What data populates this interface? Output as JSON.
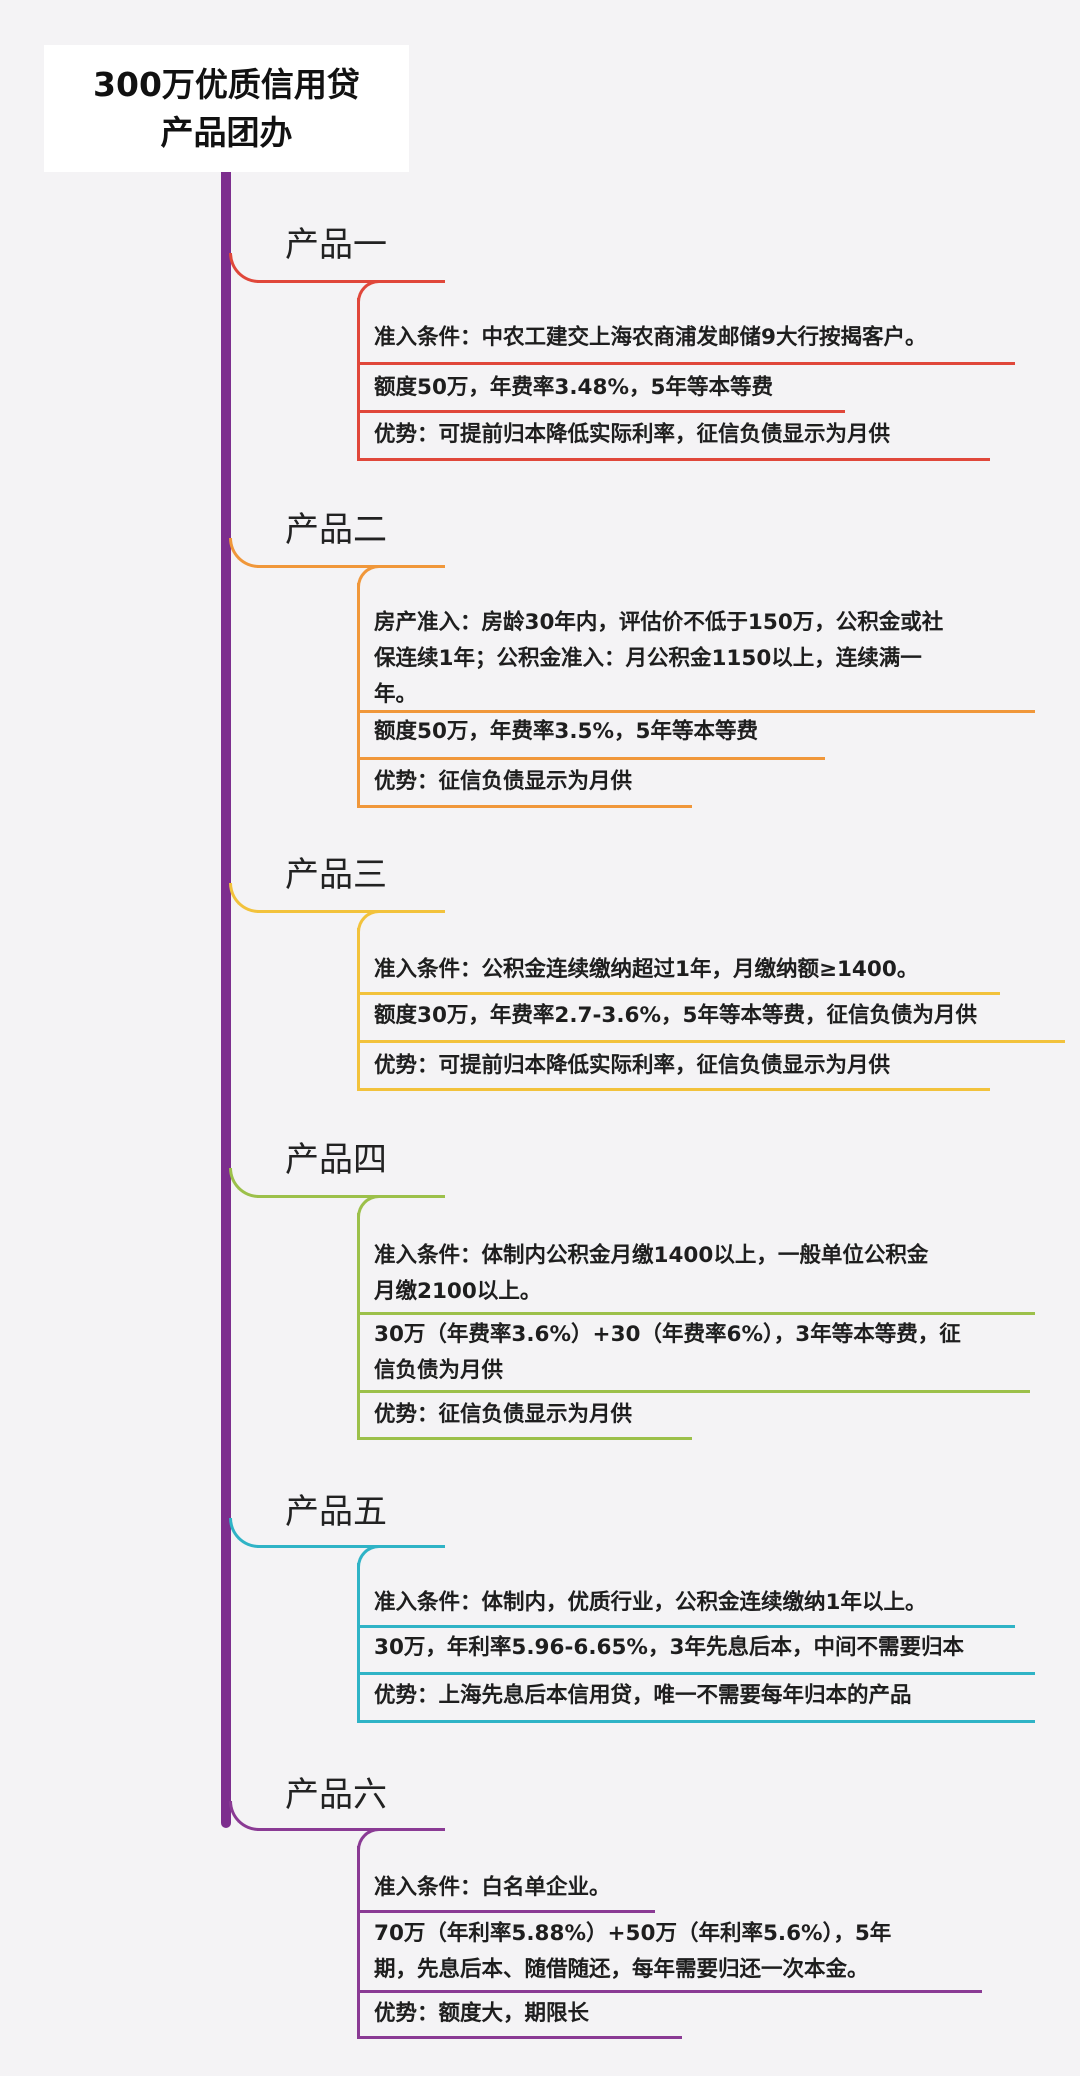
{
  "title": {
    "line1": "300万优质信用贷",
    "line2": "产品团办"
  },
  "colors": {
    "trunk": "#7d2e8e",
    "product1": "#e0473a",
    "product2": "#f0973a",
    "product3": "#f2c23c",
    "product4": "#9cc04a",
    "product5": "#2fb3c6",
    "product6": "#8a3a94"
  },
  "products": [
    {
      "name": "产品一",
      "items": [
        "准入条件：中农工建交上海农商浦发邮储9大行按揭客户。",
        "额度50万，年费率3.48%，5年等本等费",
        "优势：可提前归本降低实际利率，征信负债显示为月供"
      ]
    },
    {
      "name": "产品二",
      "items": [
        "房产准入：房龄30年内，评估价不低于150万，公积金或社\n保连续1年；公积金准入：月公积金1150以上，连续满一\n年。",
        "额度50万，年费率3.5%，5年等本等费",
        "优势：征信负债显示为月供"
      ]
    },
    {
      "name": "产品三",
      "items": [
        "准入条件：公积金连续缴纳超过1年，月缴纳额≥1400。",
        "额度30万，年费率2.7-3.6%，5年等本等费，征信负债为月供",
        "优势：可提前归本降低实际利率，征信负债显示为月供"
      ]
    },
    {
      "name": "产品四",
      "items": [
        "准入条件：体制内公积金月缴1400以上，一般单位公积金\n月缴2100以上。",
        "30万（年费率3.6%）+30（年费率6%），3年等本等费，征\n信负债为月供",
        "优势：征信负债显示为月供"
      ]
    },
    {
      "name": "产品五",
      "items": [
        "准入条件：体制内，优质行业，公积金连续缴纳1年以上。",
        "30万，年利率5.96-6.65%，3年先息后本，中间不需要归本",
        "优势：上海先息后本信用贷，唯一不需要每年归本的产品"
      ]
    },
    {
      "name": "产品六",
      "items": [
        "准入条件：白名单企业。",
        "70万（年利率5.88%）+50万（年利率5.6%），5年\n期，先息后本、随借随还，每年需要归还一次本金。",
        "优势：额度大，期限长"
      ]
    }
  ]
}
